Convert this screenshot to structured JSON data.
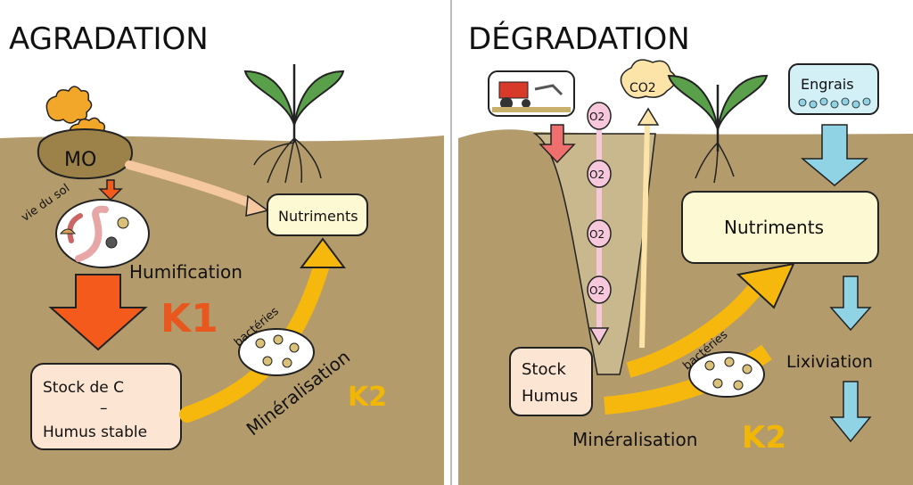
{
  "left_panel": {
    "title": "AGRADATION",
    "mo_label": "MO",
    "soil_life_label": "vie du sol",
    "nutrients_label": "Nutriments",
    "humification_label": "Humification",
    "k1_label": "K1",
    "stock_line1": "Stock de C",
    "stock_dash": "–",
    "stock_line2": "Humus stable",
    "bacteria_label": "bactéries",
    "mineralisation_label": "Minéralisation",
    "k2_label": "K2"
  },
  "right_panel": {
    "title": "DÉGRADATION",
    "co2_label": "CO2",
    "fertilizer_label": "Engrais",
    "o2_label": "O2",
    "nutrients_label": "Nutriments",
    "stock_line1": "Stock",
    "stock_line2": "Humus",
    "bacteria_label": "bactéries",
    "leaching_label": "Lixiviation",
    "mineralisation_label": "Minéralisation",
    "k2_label": "K2"
  },
  "colors": {
    "soil": "#b49b6c",
    "soil_light": "#c9b78e",
    "k_label": "#e8581e",
    "k2_label": "#f2b705",
    "orange_arrow": "#f45a1c",
    "yellow_arrow": "#f6b80d",
    "blue_arrow": "#8fd3e5",
    "pink_arrow": "#ef6f6f",
    "nutrient_box": "#fdf9d3",
    "stock_box": "#fce5d2",
    "leaf": "#5aa04a"
  }
}
